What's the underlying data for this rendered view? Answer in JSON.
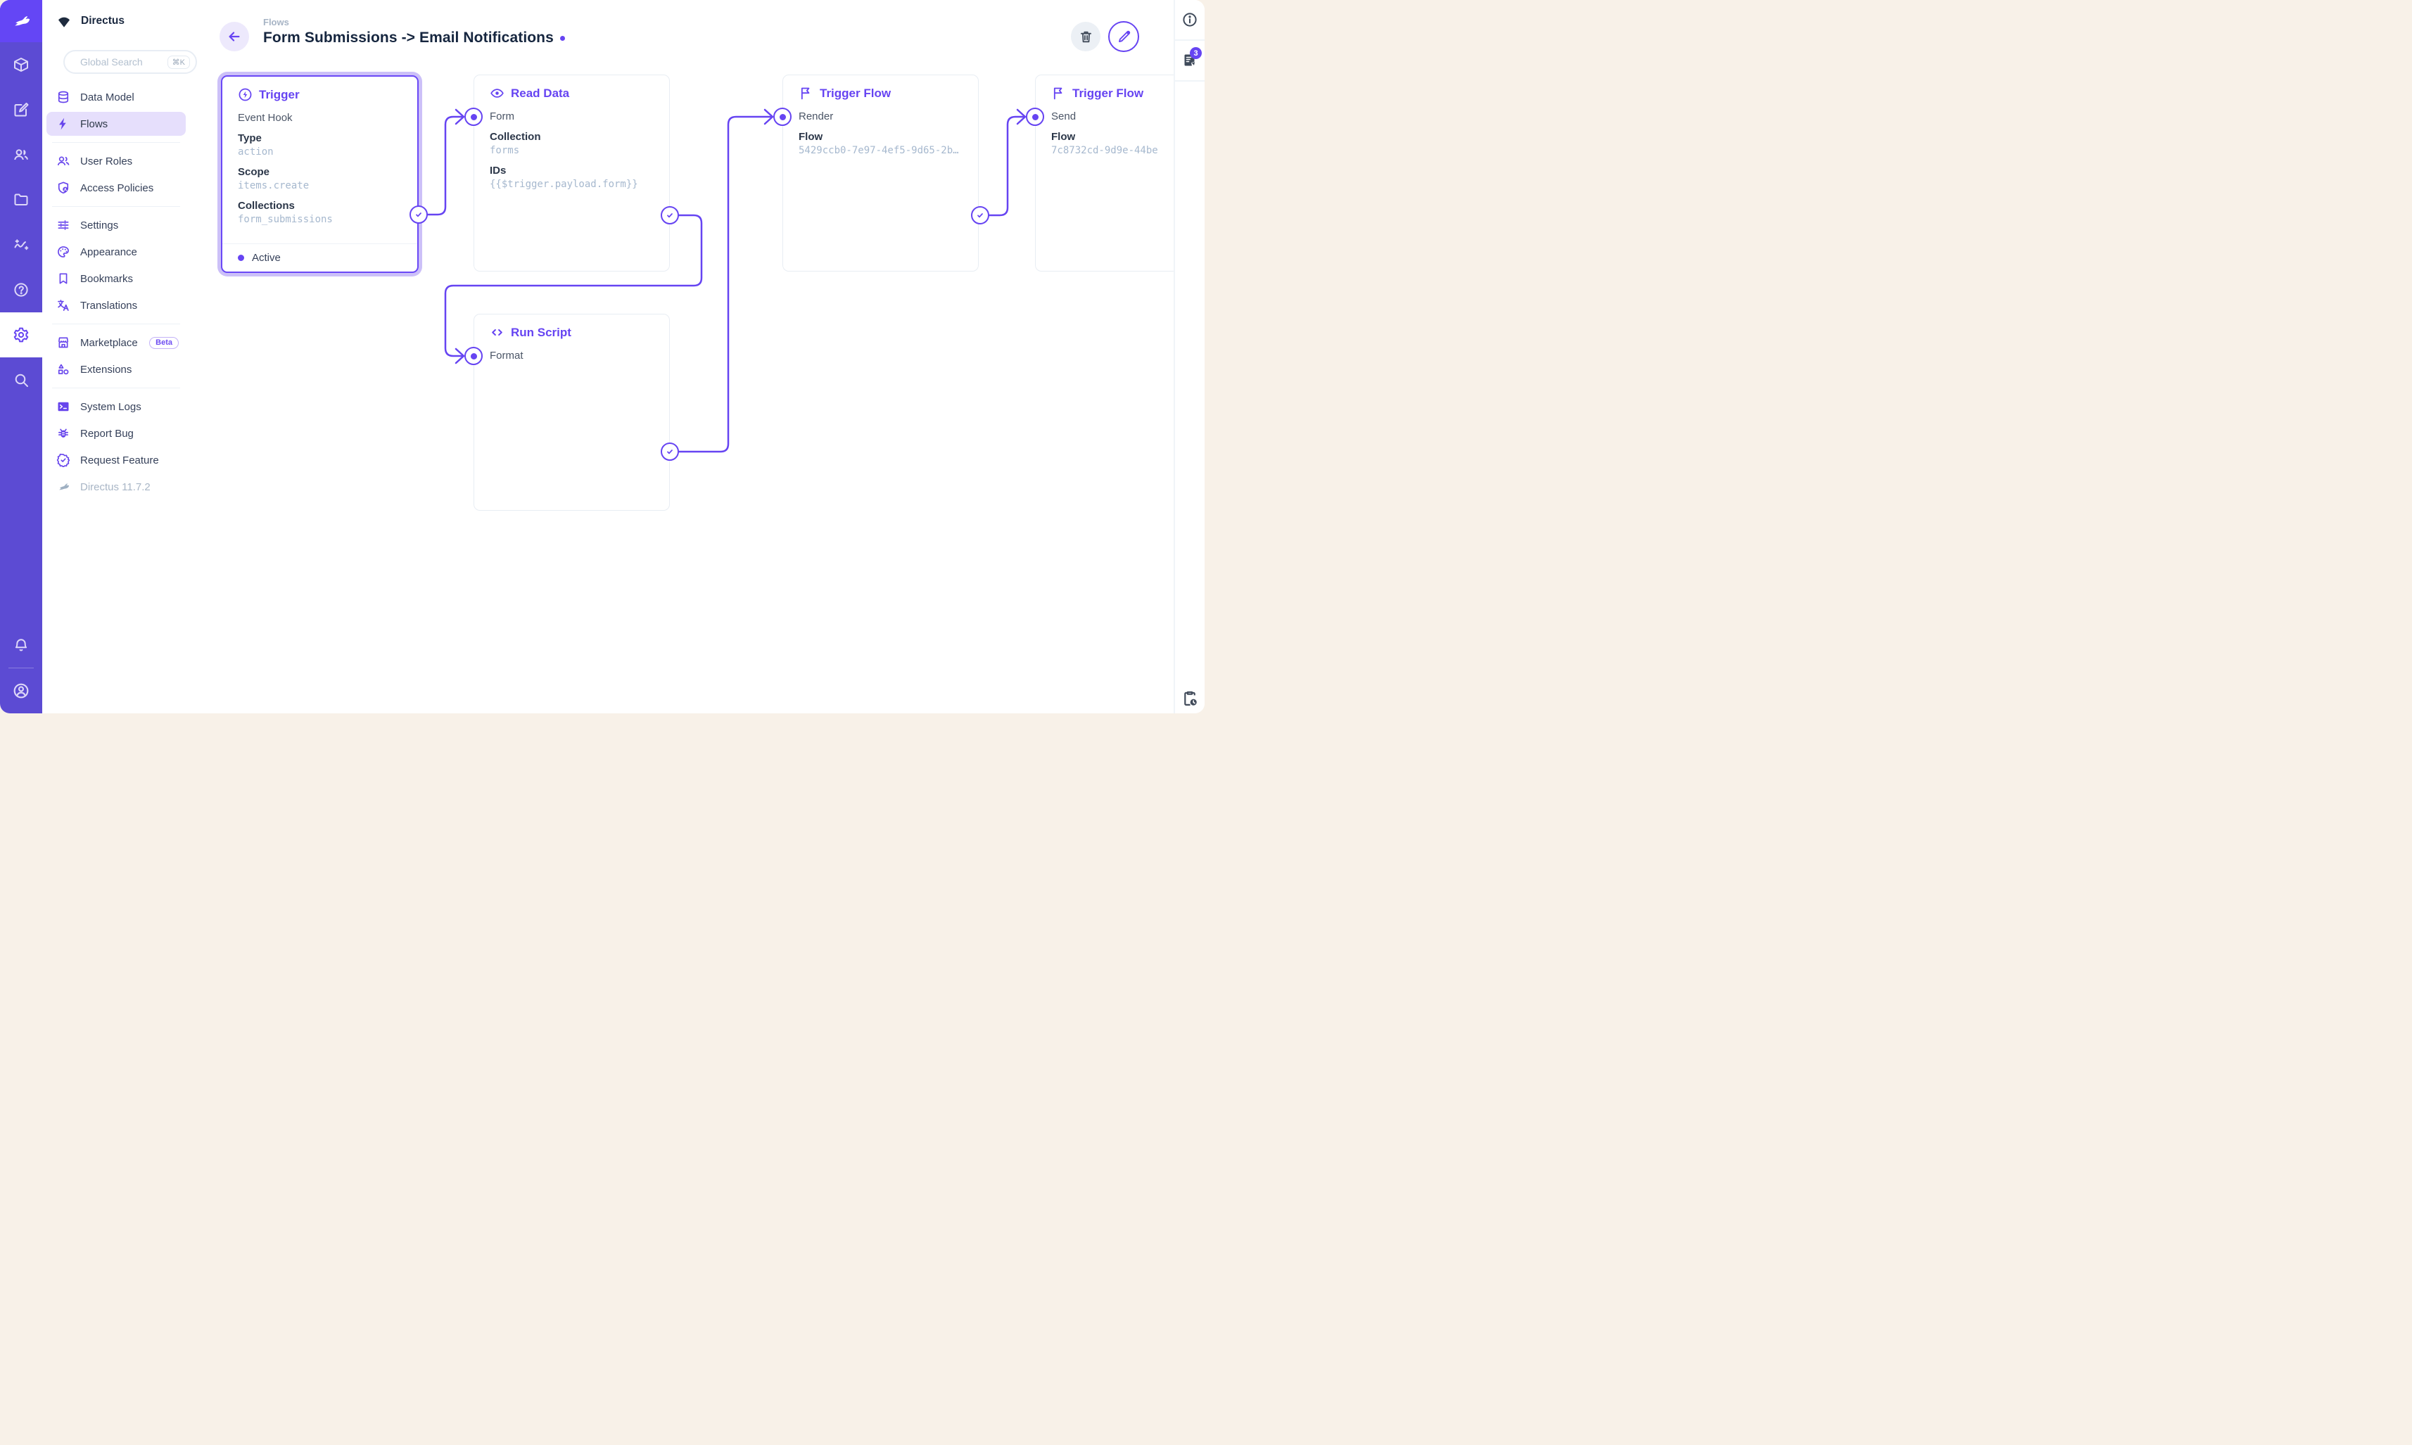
{
  "app": {
    "project_name": "Directus",
    "version": "Directus 11.7.2"
  },
  "module_bar": {
    "items": [
      "content",
      "editor",
      "users",
      "files",
      "insights",
      "docs",
      "settings",
      "search"
    ],
    "active_item": "settings"
  },
  "nav": {
    "search": {
      "placeholder": "Global Search",
      "shortcut": "⌘K"
    },
    "items": [
      {
        "label": "Data Model"
      },
      {
        "label": "Flows",
        "active": true
      },
      {
        "label": "User Roles"
      },
      {
        "label": "Access Policies"
      },
      {
        "label": "Settings"
      },
      {
        "label": "Appearance"
      },
      {
        "label": "Bookmarks"
      },
      {
        "label": "Translations"
      },
      {
        "label": "Marketplace",
        "badge": "Beta"
      },
      {
        "label": "Extensions"
      },
      {
        "label": "System Logs"
      },
      {
        "label": "Report Bug"
      },
      {
        "label": "Request Feature"
      }
    ]
  },
  "header": {
    "breadcrumb": "Flows",
    "title": "Form Submissions -> Email Notifications"
  },
  "flow": {
    "panels": [
      {
        "type": "Trigger",
        "name": "Event Hook",
        "fields": [
          {
            "label": "Type",
            "value": "action"
          },
          {
            "label": "Scope",
            "value": "items.create"
          },
          {
            "label": "Collections",
            "value": "form_submissions"
          }
        ],
        "status": "Active",
        "selected": true
      },
      {
        "type": "Read Data",
        "name": "Form",
        "fields": [
          {
            "label": "Collection",
            "value": "forms"
          },
          {
            "label": "IDs",
            "value": "{{$trigger.payload.form}}"
          }
        ]
      },
      {
        "type": "Run Script",
        "name": "Format",
        "fields": []
      },
      {
        "type": "Trigger Flow",
        "name": "Render",
        "fields": [
          {
            "label": "Flow",
            "value": "5429ccb0-7e97-4ef5-9d65-2b…"
          }
        ]
      },
      {
        "type": "Trigger Flow",
        "name": "Send",
        "fields": [
          {
            "label": "Flow",
            "value": "7c8732cd-9d9e-44be"
          }
        ]
      }
    ]
  },
  "right_sidebar": {
    "notification_count": "3"
  },
  "colors": {
    "accent": "#6644F2",
    "module_bar": "#5C4BD3",
    "logo_tile": "#6446F5",
    "nav_active_bg": "#E6DFFC",
    "mono_value": "#A6B8CE",
    "frame_bg": "#F8F1E8",
    "selected_glow": "#CCC0F8"
  }
}
